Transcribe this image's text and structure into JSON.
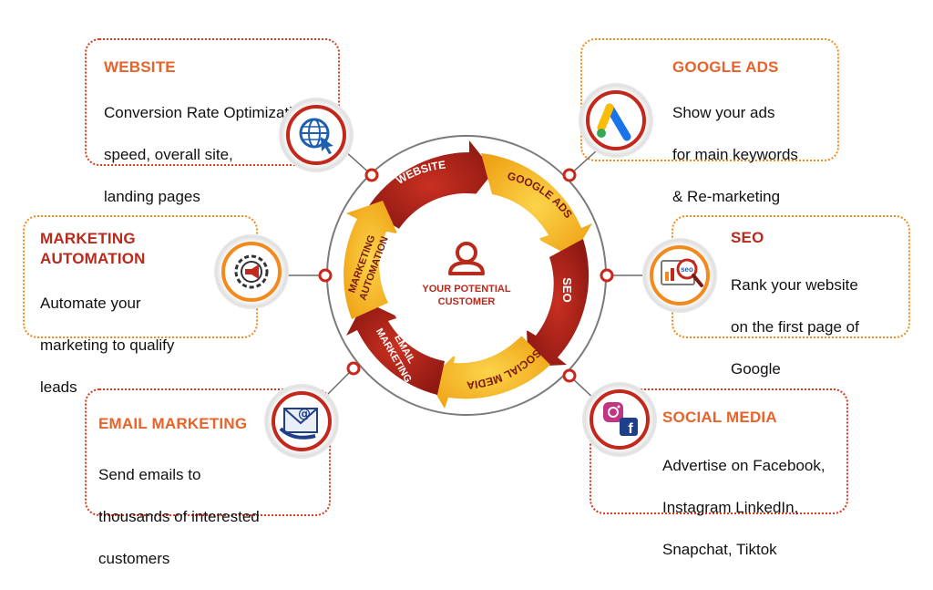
{
  "center": {
    "label_line1": "YOUR POTENTIAL",
    "label_line2": "CUSTOMER"
  },
  "ring_labels": {
    "website": "WEBSITE",
    "google_ads": "GOOGLE ADS",
    "seo": "SEO",
    "social_media": "SOCIAL MEDIA",
    "email_line1": "EMAIL",
    "email_line2": "MARKETING",
    "automation_line1": "MARKETING",
    "automation_line2": "AUTOMATION"
  },
  "cards": {
    "website": {
      "title": "WEBSITE",
      "lines": [
        "Conversion Rate Optimization",
        "speed, overall site,",
        "landing pages"
      ]
    },
    "marketing_automation": {
      "title_line1": "MARKETING",
      "title_line2": "AUTOMATION",
      "lines": [
        "Automate your",
        "marketing to qualify",
        "leads"
      ]
    },
    "email_marketing": {
      "title": "EMAIL MARKETING",
      "lines": [
        "Send emails to",
        "thousands of interested",
        "customers"
      ]
    },
    "google_ads": {
      "title": "GOOGLE ADS",
      "lines": [
        "Show your ads",
        "for main keywords",
        "& Re-marketing"
      ]
    },
    "seo": {
      "title": "SEO",
      "lines": [
        "Rank your website",
        "on the first page of",
        "Google"
      ],
      "icon_text": "seo"
    },
    "social_media": {
      "title": "SOCIAL MEDIA",
      "lines": [
        "Advertise on Facebook,",
        "Instagram LinkedIn,",
        "Snapchat, Tiktok"
      ]
    }
  },
  "icons": {
    "website": "globe-cursor-icon",
    "marketing_automation": "gear-megaphone-icon",
    "email_marketing": "envelope-at-icon",
    "google_ads": "google-ads-logo-icon",
    "seo": "seo-magnifier-icon",
    "social_media": "instagram-facebook-icon",
    "center": "person-icon"
  },
  "colors": {
    "dark_red": "#a8201a",
    "red": "#c4281c",
    "orange": "#f28a1e",
    "yellow": "#f6c21c",
    "title_orange": "#e8632a"
  }
}
